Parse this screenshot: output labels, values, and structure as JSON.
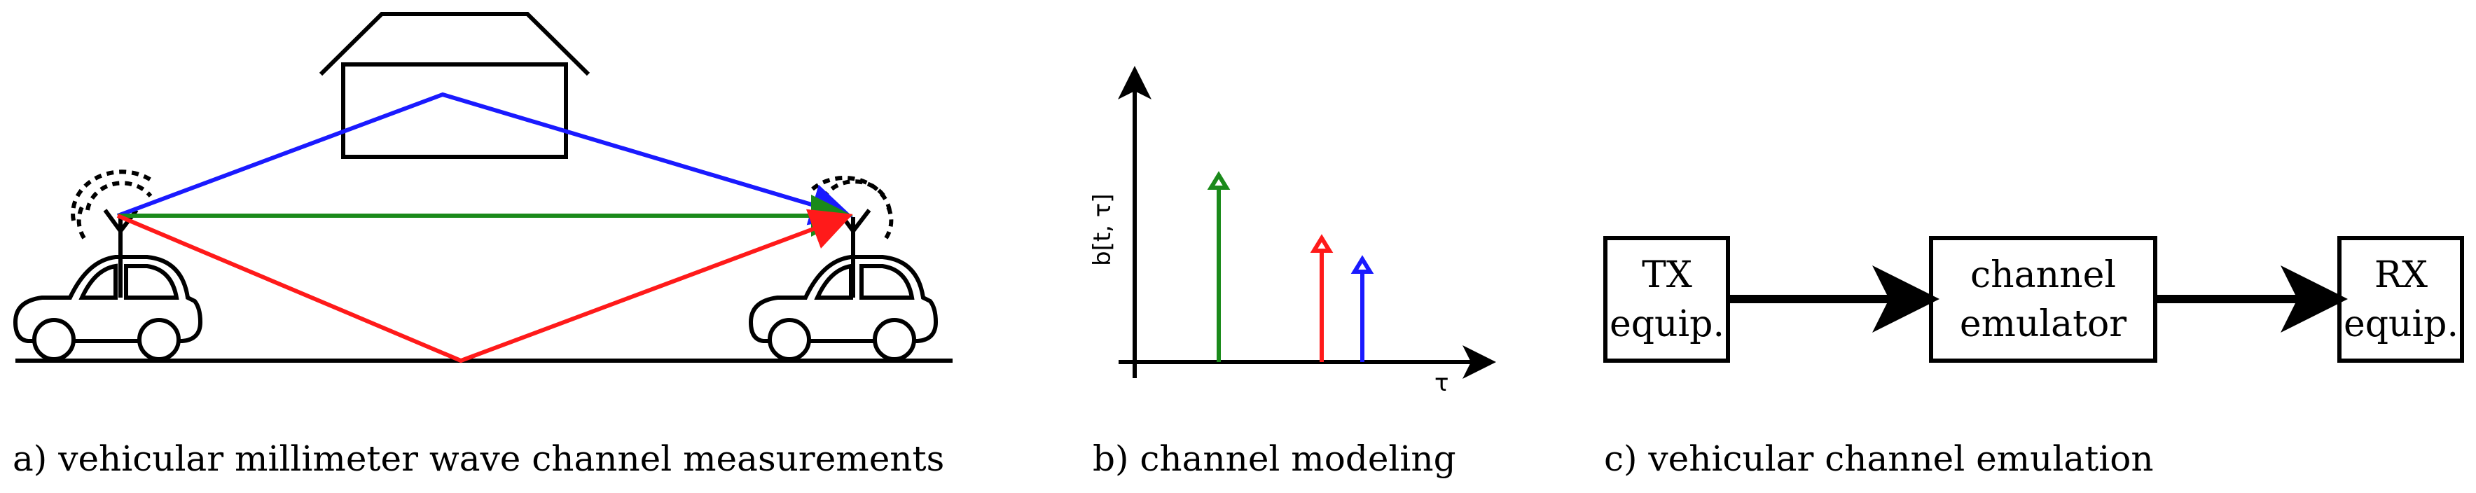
{
  "panels": {
    "a": {
      "caption": "a) vehicular millimeter wave channel measurements"
    },
    "b": {
      "caption": "b) channel modeling",
      "y_axis_label": "b[t, τ]",
      "x_axis_label": "τ"
    },
    "c": {
      "caption": "c) vehicular channel emulation",
      "blocks": {
        "tx": [
          "TX",
          "equip."
        ],
        "emulator": [
          "channel",
          "emulator"
        ],
        "rx": [
          "RX",
          "equip."
        ]
      }
    }
  },
  "colors": {
    "reflection_path": "#1a1aff",
    "direct_path": "#1a8a1a",
    "ground_path": "#ff1a1a",
    "stroke": "#000000"
  },
  "icons": [
    "house-icon",
    "car-icon",
    "antenna-icon"
  ]
}
